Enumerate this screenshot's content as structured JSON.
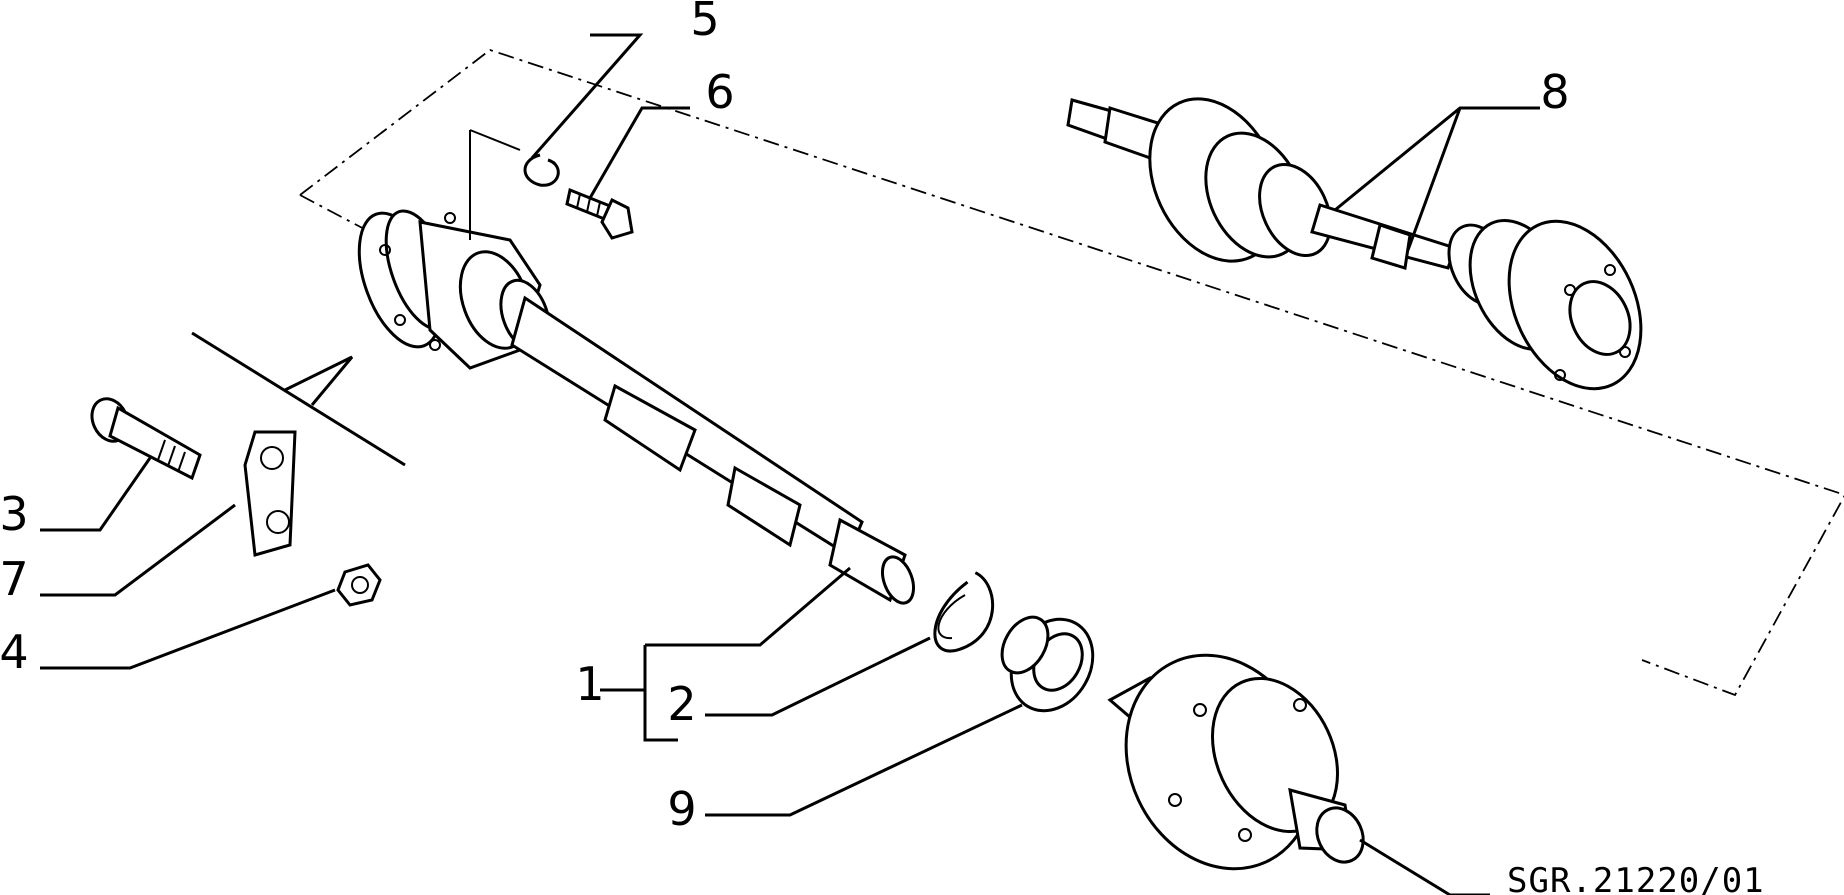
{
  "figure": {
    "code": "SGR.21220/01"
  },
  "callouts": [
    {
      "id": "1",
      "label": "1"
    },
    {
      "id": "2",
      "label": "2"
    },
    {
      "id": "3",
      "label": "3"
    },
    {
      "id": "4",
      "label": "4"
    },
    {
      "id": "5",
      "label": "5"
    },
    {
      "id": "6",
      "label": "6"
    },
    {
      "id": "7",
      "label": "7"
    },
    {
      "id": "8",
      "label": "8"
    },
    {
      "id": "9",
      "label": "9"
    }
  ]
}
